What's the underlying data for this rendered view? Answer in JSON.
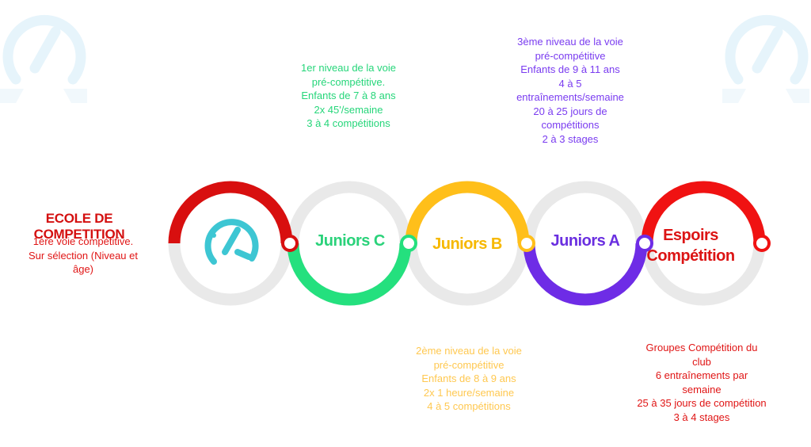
{
  "colors": {
    "red": "#d80f0f",
    "green": "#24e07e",
    "yellow": "#ffbf1a",
    "purple": "#6e2ce6",
    "grey": "#e9e9e9",
    "teal": "#3dc6d3"
  },
  "ecole": {
    "title": "ECOLE DE COMPETITION",
    "lines": [
      "1ère voie compétitive.",
      "Sur sélection (Niveau et",
      "âge)"
    ]
  },
  "juniors_c": {
    "label": "Juniors C",
    "lines": [
      "1er niveau de la voie",
      "pré-compétitive.",
      "Enfants de 7 à 8 ans",
      "2x 45'/semaine",
      "3 à 4 compétitions"
    ]
  },
  "juniors_b": {
    "label": "Juniors B",
    "lines": [
      "2ème niveau de la voie",
      "pré-compétitive",
      "Enfants de 8 à 9 ans",
      "2x 1 heure/semaine",
      "4 à 5 compétitions"
    ]
  },
  "juniors_a": {
    "label": "Juniors A",
    "lines": [
      "3ème niveau de la voie",
      "pré-compétitive",
      "Enfants de 9 à 11 ans",
      "4 à 5",
      "entraînements/semaine",
      "20 à 25 jours de",
      "compétitions",
      "2 à 3 stages"
    ]
  },
  "espoirs": {
    "label_line1": "Espoirs",
    "label_line2": "Compétition",
    "lines": [
      "Groupes Compétition du",
      "club",
      "6 entraînements par",
      "semaine",
      "25 à 35 jours de compétition",
      "3 à 4 stages"
    ]
  },
  "icons": {
    "logo": "r-logo-icon",
    "watermark": "r-watermark-icon",
    "connector": "ring-connector-icon"
  }
}
